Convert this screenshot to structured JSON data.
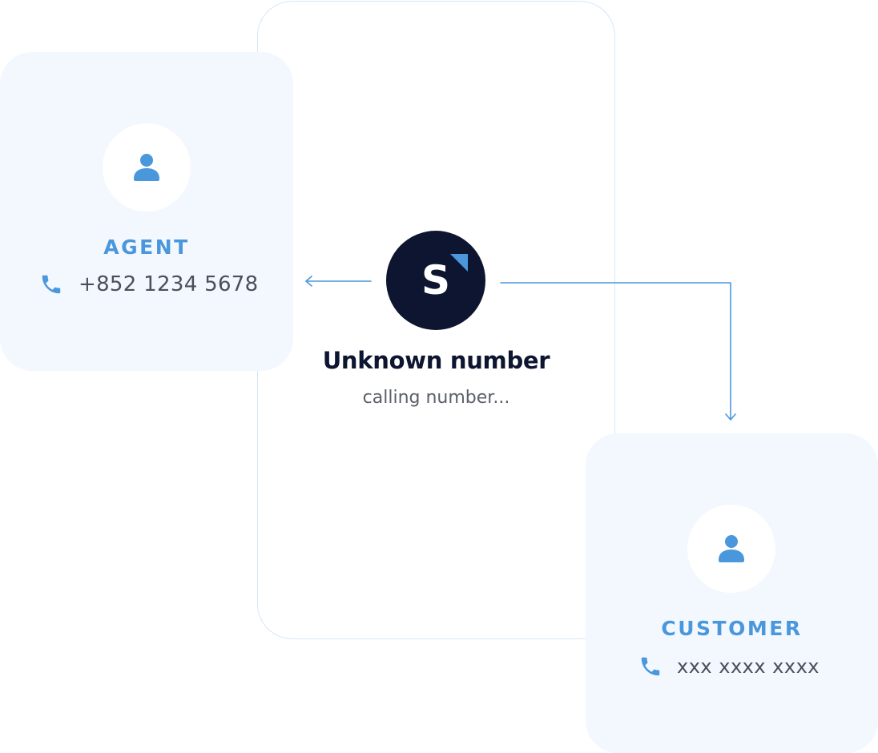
{
  "caller": {
    "initial": "S",
    "name": "Unknown number",
    "status": "calling number..."
  },
  "agent": {
    "label": "AGENT",
    "phone": "+852 1234 5678",
    "icon": "user-icon",
    "phone_icon": "phone-icon"
  },
  "customer": {
    "label": "CUSTOMER",
    "phone": "xxx xxxx xxxx",
    "icon": "user-icon",
    "phone_icon": "phone-icon"
  },
  "colors": {
    "accent": "#4a97dc",
    "card_background": "#f3f8fe",
    "frame_border": "#d6e6f5",
    "caller_avatar": "#0d1530",
    "text_dark": "#0d1530",
    "text_muted": "#5b606b"
  }
}
